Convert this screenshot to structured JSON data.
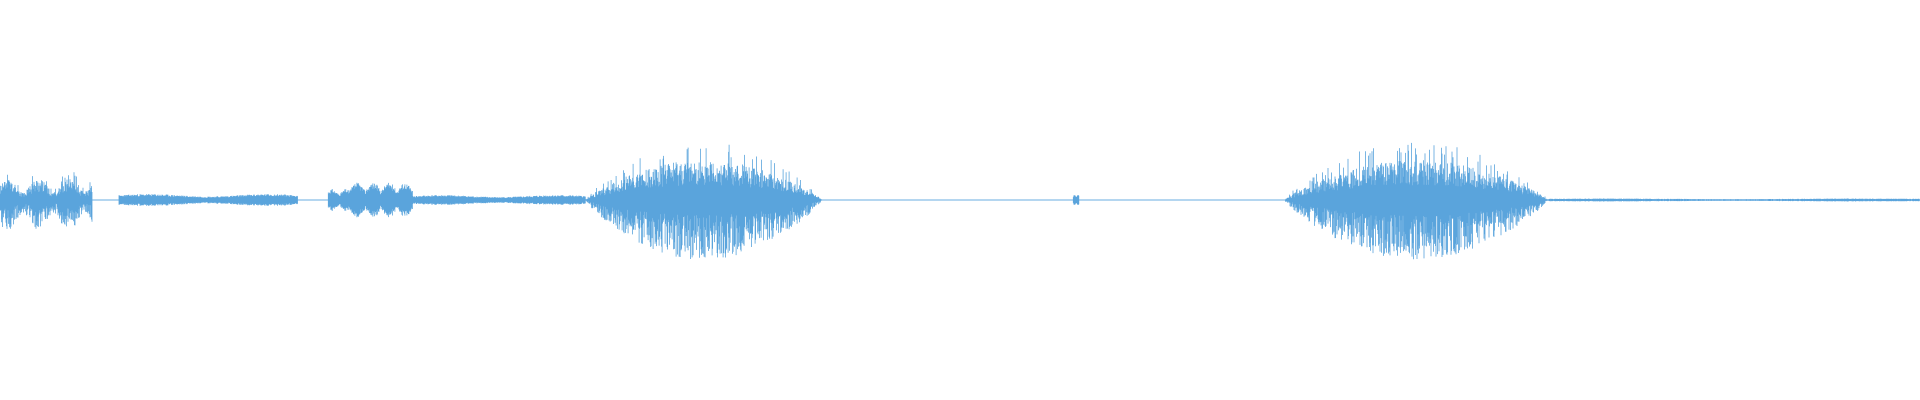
{
  "waveform": {
    "color": "#5aa4dc",
    "baseline_color": "#6aaee0",
    "background": "#ffffff",
    "segments": [
      {
        "start": 0.0,
        "end": 0.048,
        "amplitude": 0.55,
        "style": "spiky",
        "seed": 11
      },
      {
        "start": 0.062,
        "end": 0.155,
        "amplitude": 0.12,
        "style": "smooth",
        "seed": 23
      },
      {
        "start": 0.171,
        "end": 0.182,
        "amplitude": 0.22,
        "style": "smooth",
        "seed": 31
      },
      {
        "start": 0.182,
        "end": 0.215,
        "amplitude": 0.35,
        "style": "blobby",
        "seed": 37
      },
      {
        "start": 0.215,
        "end": 0.305,
        "amplitude": 0.1,
        "style": "smooth",
        "seed": 41
      },
      {
        "start": 0.305,
        "end": 0.428,
        "amplitude": 1.0,
        "style": "burst",
        "seed": 53
      },
      {
        "start": 0.559,
        "end": 0.562,
        "amplitude": 0.12,
        "style": "smooth",
        "seed": 59
      },
      {
        "start": 0.669,
        "end": 0.806,
        "amplitude": 1.0,
        "style": "burst",
        "seed": 67
      },
      {
        "start": 0.806,
        "end": 1.0,
        "amplitude": 0.03,
        "style": "smooth",
        "seed": 71
      }
    ],
    "max_amplitude_fraction": 0.125
  }
}
